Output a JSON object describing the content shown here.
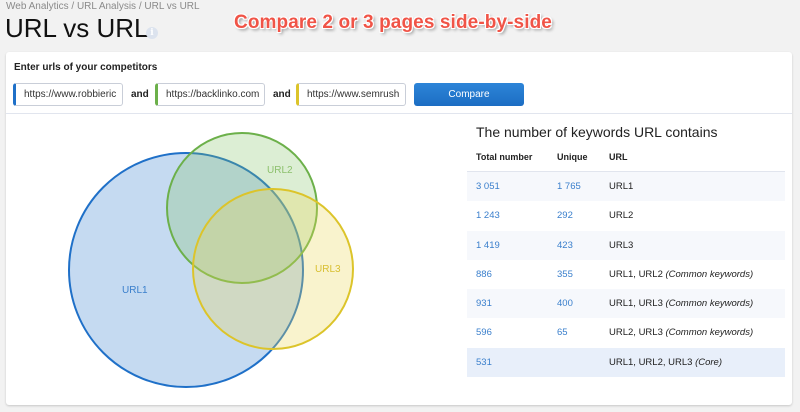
{
  "breadcrumb": "Web Analytics / URL Analysis / URL vs URL",
  "page_title": "URL vs URL",
  "info_icon": "info-icon",
  "promo_banner": "Compare 2 or 3 pages side-by-side",
  "form": {
    "label": "Enter urls of your competitors",
    "inputs": [
      {
        "value": "https://www.robbieric",
        "color": "#1f70c8"
      },
      {
        "value": "https://backlinko.com",
        "color": "#6cb04a"
      },
      {
        "value": "https://www.semrush",
        "color": "#dcc42a"
      }
    ],
    "connector": "and",
    "compare_label": "Compare"
  },
  "venn": {
    "sets": [
      {
        "label": "URL1",
        "stroke": "#1f70c8",
        "fill": "rgba(90,150,215,0.35)"
      },
      {
        "label": "URL2",
        "stroke": "#6cb04a",
        "fill": "rgba(130,195,100,0.28)"
      },
      {
        "label": "URL3",
        "stroke": "#dcc42a",
        "fill": "rgba(235,215,90,0.30)"
      }
    ]
  },
  "table": {
    "title": "The number of keywords URL contains",
    "columns": [
      "Total number",
      "Unique",
      "URL"
    ],
    "rows": [
      {
        "total": "3 051",
        "unique": "1 765",
        "url": "URL1",
        "note": ""
      },
      {
        "total": "1 243",
        "unique": "292",
        "url": "URL2",
        "note": ""
      },
      {
        "total": "1 419",
        "unique": "423",
        "url": "URL3",
        "note": ""
      },
      {
        "total": "886",
        "unique": "355",
        "url": "URL1, URL2",
        "note": "(Common keywords)"
      },
      {
        "total": "931",
        "unique": "400",
        "url": "URL1, URL3",
        "note": "(Common keywords)"
      },
      {
        "total": "596",
        "unique": "65",
        "url": "URL2, URL3",
        "note": "(Common keywords)"
      },
      {
        "total": "531",
        "unique": "",
        "url": "URL1, URL2, URL3",
        "note": "(Core)"
      }
    ]
  }
}
